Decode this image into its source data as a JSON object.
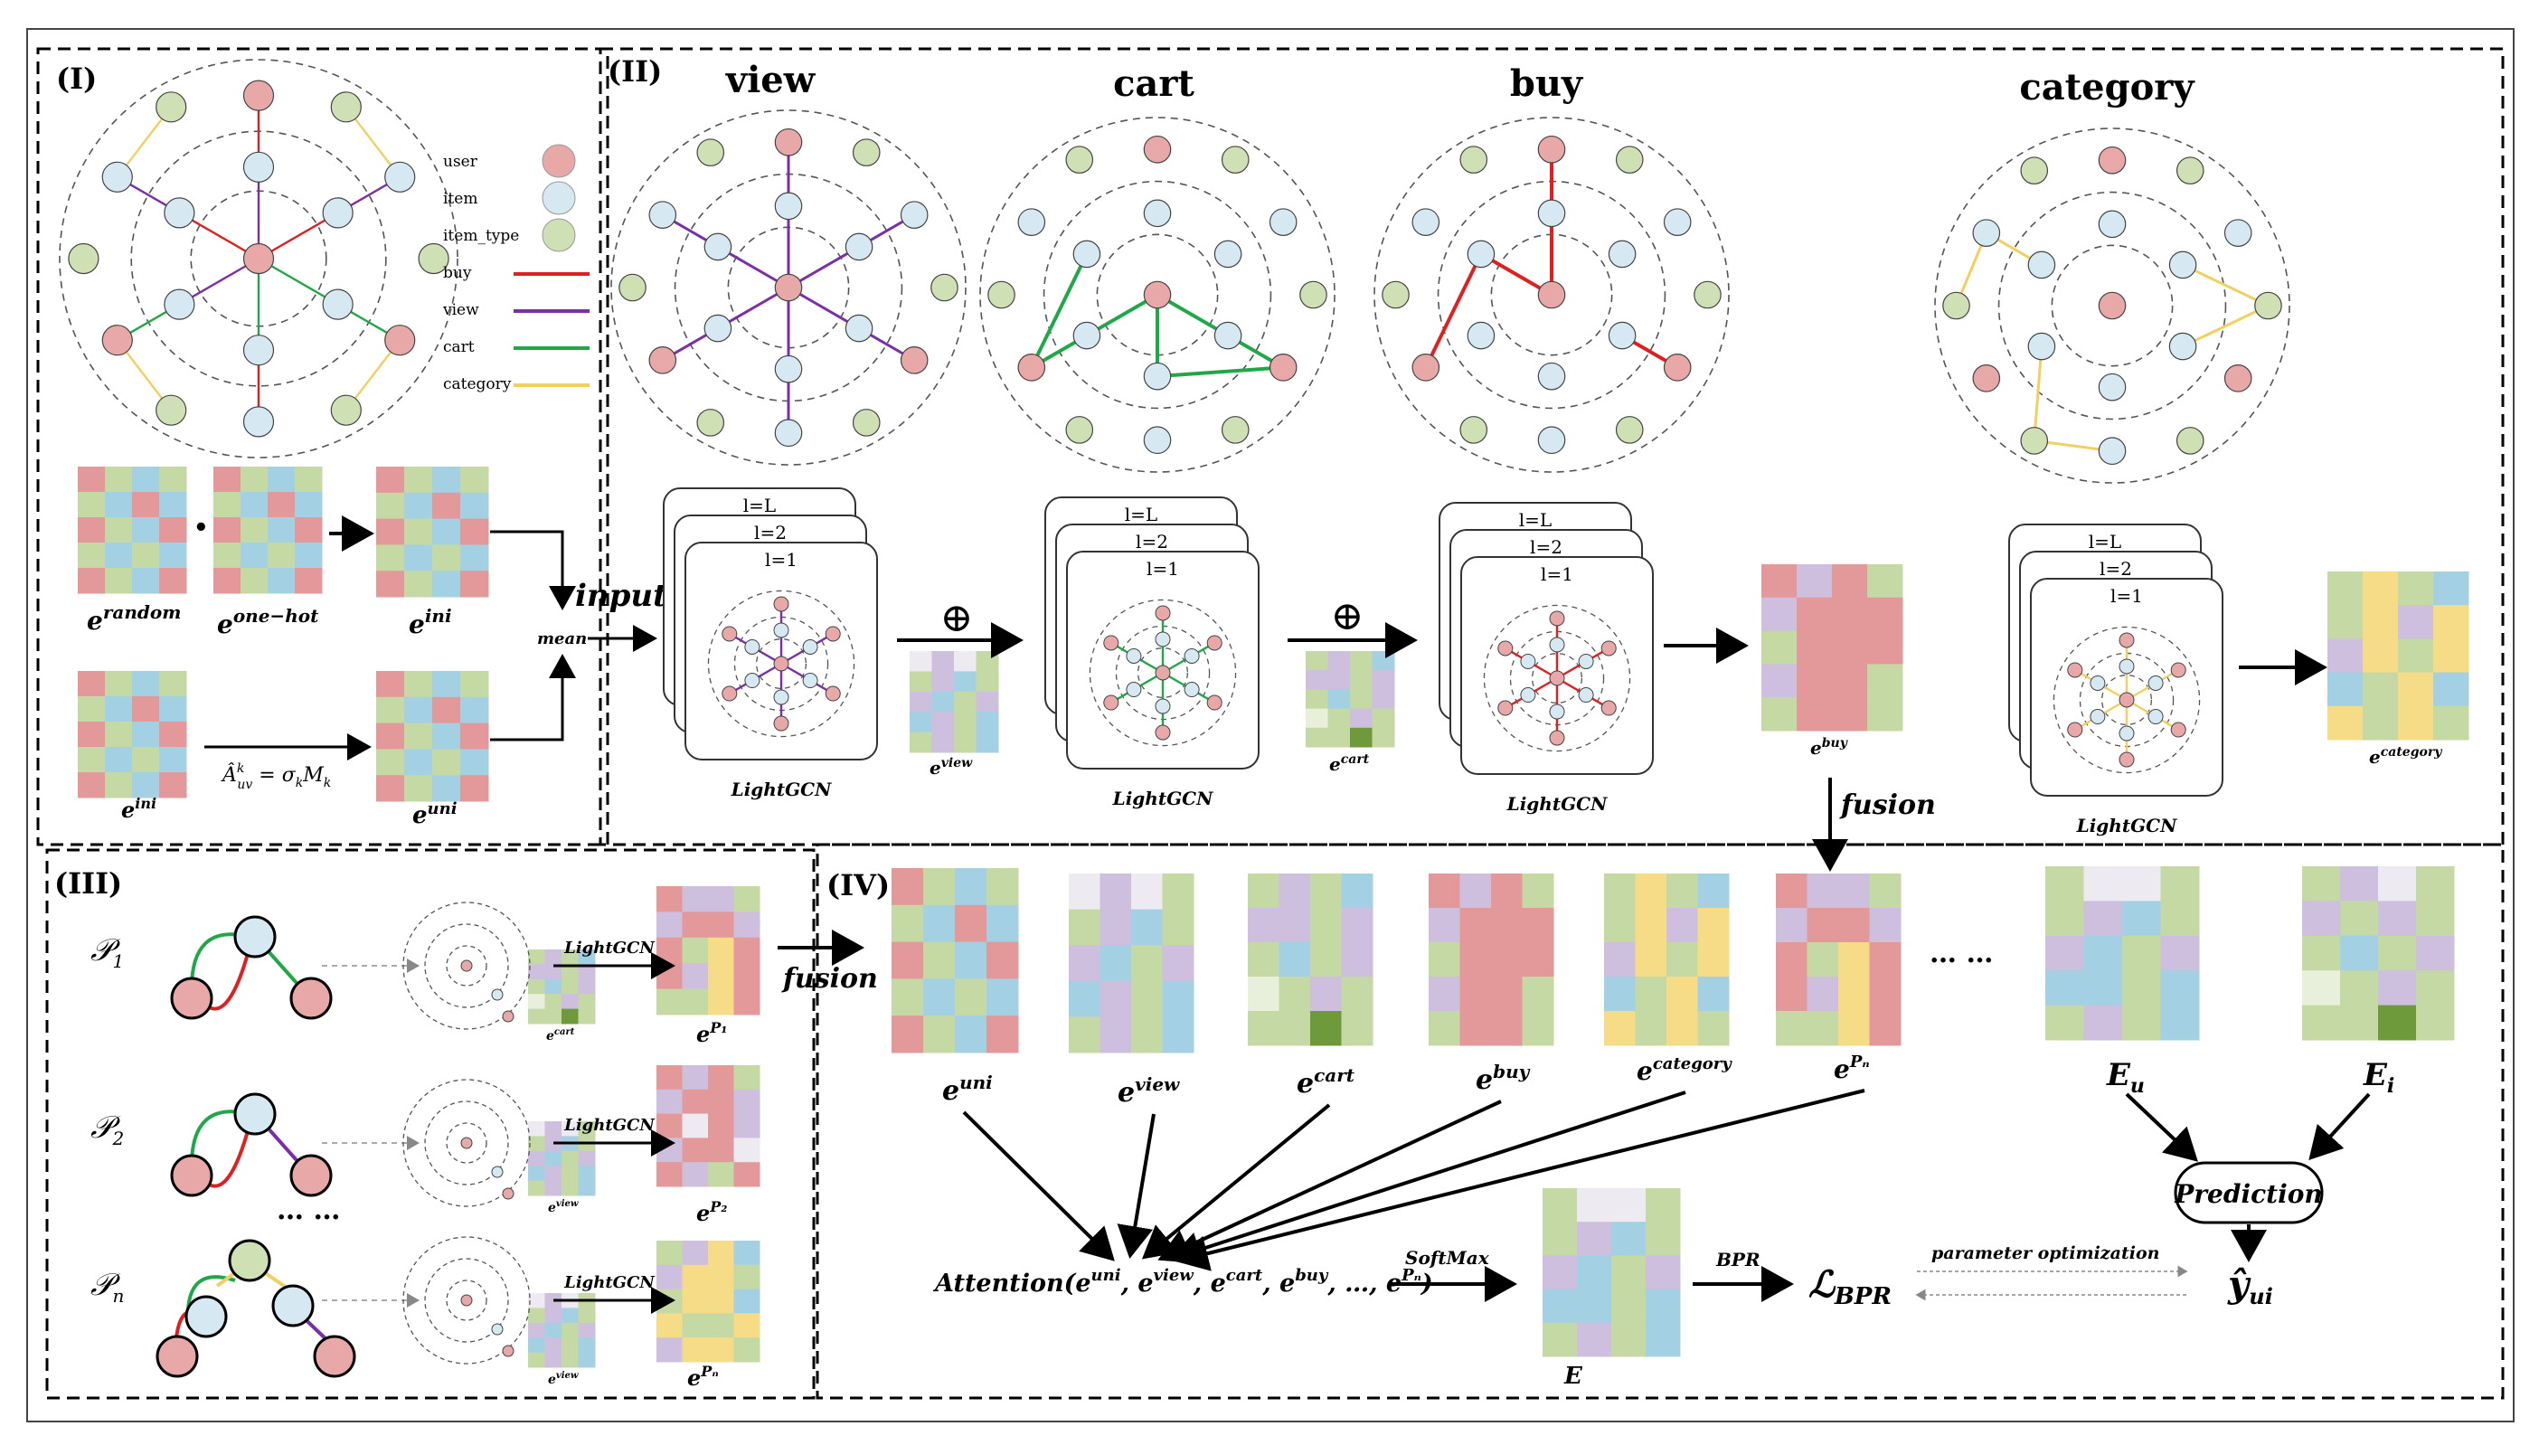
{
  "panels": {
    "p1": "(I)",
    "p2": "(II)",
    "p3": "(III)",
    "p4": "(IV)"
  },
  "behaviors": {
    "view": "view",
    "cart": "cart",
    "buy": "buy",
    "category": "category"
  },
  "legend": [
    {
      "label": "user",
      "kind": "node",
      "color": "#e8a8a8"
    },
    {
      "label": "item",
      "kind": "node",
      "color": "#d6e8f2"
    },
    {
      "label": "item_type",
      "kind": "node",
      "color": "#cfe0b4"
    },
    {
      "label": "buy",
      "kind": "line",
      "color": "#e02020"
    },
    {
      "label": "view",
      "kind": "line",
      "color": "#7b2ea8"
    },
    {
      "label": "cart",
      "kind": "line",
      "color": "#20a848"
    },
    {
      "label": "category",
      "kind": "line",
      "color": "#f2d060"
    }
  ],
  "colors": {
    "user": "#e8a8a8",
    "item": "#d6e8f2",
    "item_type": "#cfe0b4",
    "buy": "#e02020",
    "view": "#7b2ea8",
    "cart": "#20a848",
    "category": "#f2d060"
  },
  "embeddings": {
    "e_random": "random",
    "e_onehot": "one−hot",
    "e_ini": "ini",
    "e_uni": "uni",
    "e_view": "view",
    "e_cart": "cart",
    "e_buy": "buy",
    "e_category": "category",
    "e_P1": "P₁",
    "e_P2": "P₂",
    "e_Pn": "Pₙ",
    "base": "e"
  },
  "labels": {
    "mean": "mean",
    "input": "input",
    "dot": "•",
    "adj_lhs": "Â",
    "adj_sup": "k",
    "adj_sub": "uv",
    "adj_rhs": " = σ",
    "adj_k": "k",
    "adj_M": "M",
    "lightgcn": "LightGCN",
    "l_L": "l=L",
    "l_2": "l=2",
    "l_1": "l=1",
    "oplus": "⊕",
    "fusion": "fusion",
    "dots": "… …",
    "P": "𝒫",
    "P1_sub": "1",
    "P2_sub": "2",
    "Pn_sub": "n",
    "attention_head": "Attention(e",
    "att_uni": "uni",
    "att_comma_e": ", e",
    "att_view": "view",
    "att_cart": "cart",
    "att_buy": "buy",
    "att_tail": ", …, e",
    "att_pn": "Pₙ",
    "att_close": ")",
    "softmax": "SoftMax",
    "E": "E",
    "bpr": "BPR",
    "L": "ℒ",
    "L_sub": "BPR",
    "param_opt": "parameter optimization",
    "E_u": "E",
    "E_u_sub": "u",
    "E_i": "E",
    "E_i_sub": "i",
    "prediction": "Prediction",
    "y": "ŷ",
    "y_sub": "ui"
  }
}
